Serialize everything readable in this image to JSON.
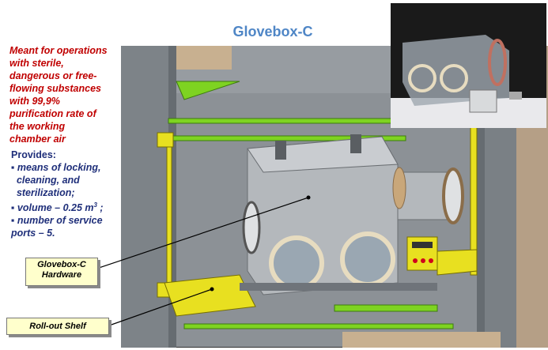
{
  "title": "Glovebox-C",
  "intro": {
    "lines": [
      "Meant for operations",
      "with sterile,",
      "dangerous or free-",
      "flowing substances",
      "with 99,9%",
      "purification rate of",
      "the working",
      "chamber air"
    ]
  },
  "provides": {
    "heading": "Provides:",
    "items": [
      {
        "line1": "▪ means of locking,",
        "line2": "  cleaning, and",
        "line3": "  sterilization;"
      },
      {
        "prefix": "▪ volume – 0.25 m",
        "sup": "3",
        "suffix": " ;"
      },
      {
        "line1": "▪ number of service",
        "line2": "ports – 5."
      }
    ]
  },
  "callouts": {
    "hardware_line1": "Glovebox-C",
    "hardware_line2": "Hardware",
    "shelf": "Roll-out Shelf"
  },
  "colors": {
    "title": "#4f86c6",
    "intro_text": "#c00000",
    "provides_text": "#1f2f7a",
    "callout_bg": "#ffffcc",
    "rail_green": "#7ed321",
    "frame_yellow": "#e8e020"
  }
}
